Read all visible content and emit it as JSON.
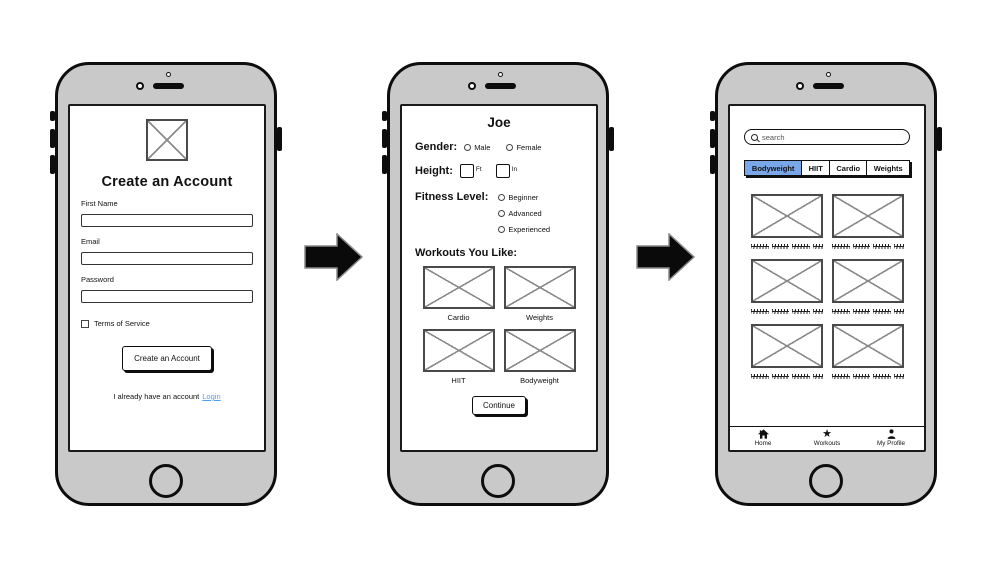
{
  "colors": {
    "phone_body": "#C9C9C9",
    "tab_selected": "#79A7E8",
    "link": "#4D9FEF"
  },
  "icons": {
    "star": "★"
  },
  "signup": {
    "title": "Create an Account",
    "fields": [
      {
        "label": "First Name",
        "value": ""
      },
      {
        "label": "Email",
        "value": ""
      },
      {
        "label": "Password",
        "value": ""
      }
    ],
    "terms_label": "Terms of Service",
    "submit_label": "Create an Account",
    "login_prefix": "I already have an account",
    "login_link": "Login"
  },
  "profile": {
    "title": "Joe",
    "gender_label": "Gender:",
    "gender_options": [
      "Male",
      "Female"
    ],
    "height_label": "Height:",
    "height_units": [
      "Ft",
      "In"
    ],
    "fitness_label": "Fitness Level:",
    "fitness_options": [
      "Beginner",
      "Advanced",
      "Experienced"
    ],
    "workouts_label": "Workouts You Like:",
    "workouts": [
      "Cardio",
      "Weights",
      "HIIT",
      "Bodyweight"
    ],
    "continue_label": "Continue"
  },
  "browse": {
    "search_placeholder": "search",
    "tabs": [
      "Bodyweight",
      "HIIT",
      "Cardio",
      "Weights"
    ],
    "selected_tab": "Bodyweight",
    "nav_items": [
      "Home",
      "Workouts",
      "My Profile"
    ]
  }
}
